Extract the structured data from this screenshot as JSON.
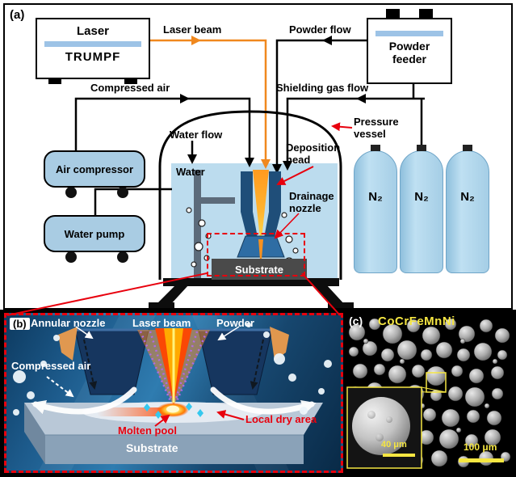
{
  "panel_a": {
    "tag": "(a)",
    "laser": {
      "title": "Laser",
      "brand": "TRUMPF"
    },
    "equipment": {
      "powder_feeder": "Powder feeder",
      "air_compressor": "Air compressor",
      "water_pump": "Water pump",
      "nitrogen_cylinder": "N₂"
    },
    "labels": {
      "laser_beam": "Laser beam",
      "powder_flow": "Powder flow",
      "compressed_air": "Compressed air",
      "shielding_gas_flow": "Shielding gas flow",
      "pressure_vessel": "Pressure vessel",
      "water_flow": "Water flow",
      "water": "Water",
      "deposition_head": "Deposition head",
      "drainage_nozzle": "Drainage nozzle",
      "substrate": "Substrate"
    }
  },
  "panel_b": {
    "tag": "(b)",
    "labels": {
      "annular_nozzle": "Annular nozzle",
      "laser_beam": "Laser beam",
      "powder": "Powder",
      "compressed_air": "Compressed air",
      "molten_pool": "Molten pool",
      "local_dry_area": "Local dry area",
      "substrate": "Substrate"
    }
  },
  "panel_c": {
    "tag": "(c)",
    "material": "CoCrFeMnNi",
    "inset_scale": "40 μm",
    "main_scale": "100 μm"
  },
  "colors": {
    "callout_red": "#e8000d",
    "laser_orange": "#f0881e",
    "unit_blue": "#a9cce3",
    "water_blue": "#bcdcee",
    "head_navy": "#1f4e79",
    "scale_yellow": "#f5e642"
  }
}
